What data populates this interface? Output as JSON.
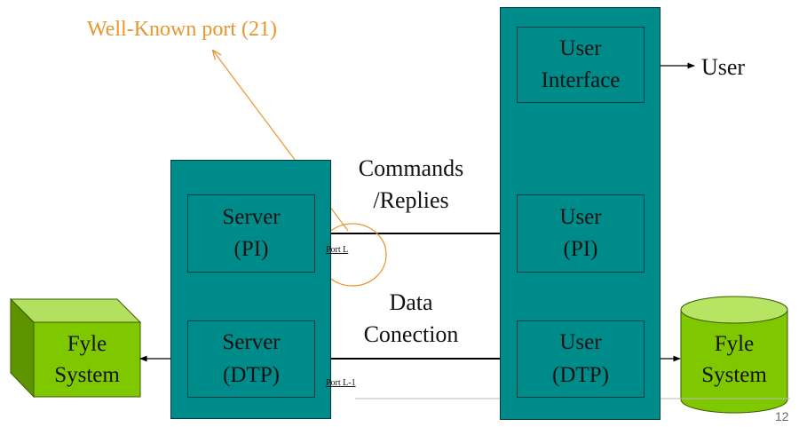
{
  "annotation": "Well-Known port (21)",
  "server": {
    "pi": [
      "Server",
      "(PI)"
    ],
    "dtp": [
      "Server",
      "(DTP)"
    ]
  },
  "user_side": {
    "interface": [
      "User",
      "Interface"
    ],
    "pi": [
      "User",
      "(PI)"
    ],
    "dtp": [
      "User",
      "(DTP)"
    ]
  },
  "user_label": "User",
  "commands": [
    "Commands",
    "/Replies"
  ],
  "data_connection": [
    "Data",
    "Conection"
  ],
  "port_l": "Port L",
  "port_l1": "Port L-1",
  "file_system_left": [
    "Fyle",
    "System"
  ],
  "file_system_right": [
    "Fyle",
    "System"
  ],
  "page_number": "12",
  "colors": {
    "panel": "#008b8b",
    "cube": "#7fc800",
    "cylinder": "#b7e463",
    "annotation": "#e8962e"
  }
}
